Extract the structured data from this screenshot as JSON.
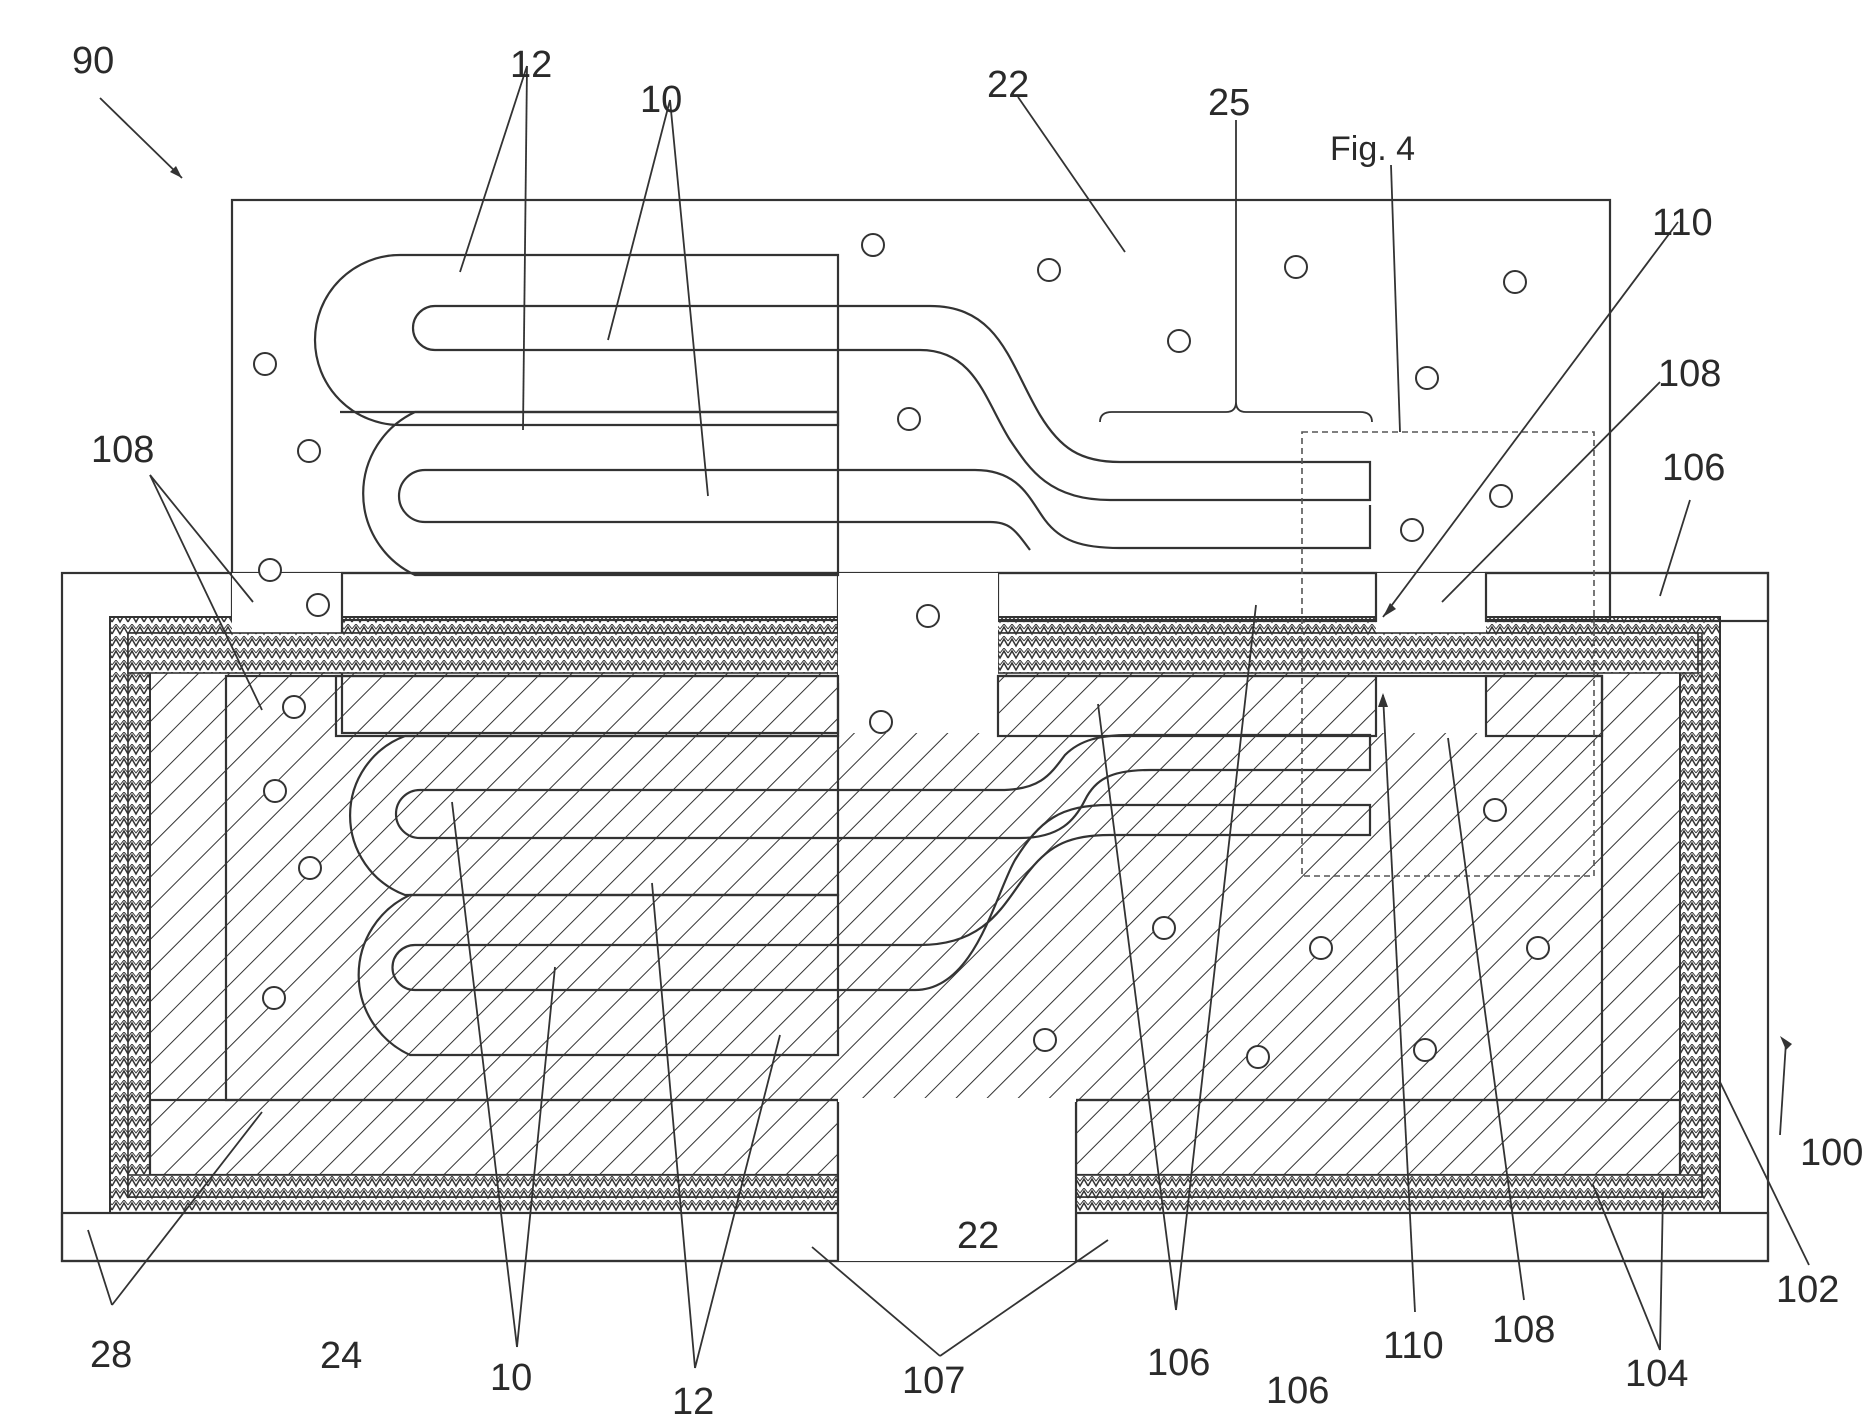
{
  "figure": {
    "fig_ref": "Fig. 4",
    "labels": {
      "l90": "90",
      "l12a": "12",
      "l10a": "10",
      "l22a": "22",
      "l25": "25",
      "l110a": "110",
      "l108a": "108",
      "l106a": "106",
      "l108b": "108",
      "l100": "100",
      "l102": "102",
      "l104": "104",
      "l108c": "108",
      "l110b": "110",
      "l106b": "106",
      "l106c": "106",
      "l107": "107",
      "l22b": "22",
      "l12b": "12",
      "l10b": "10",
      "l24": "24",
      "l28": "28"
    }
  }
}
